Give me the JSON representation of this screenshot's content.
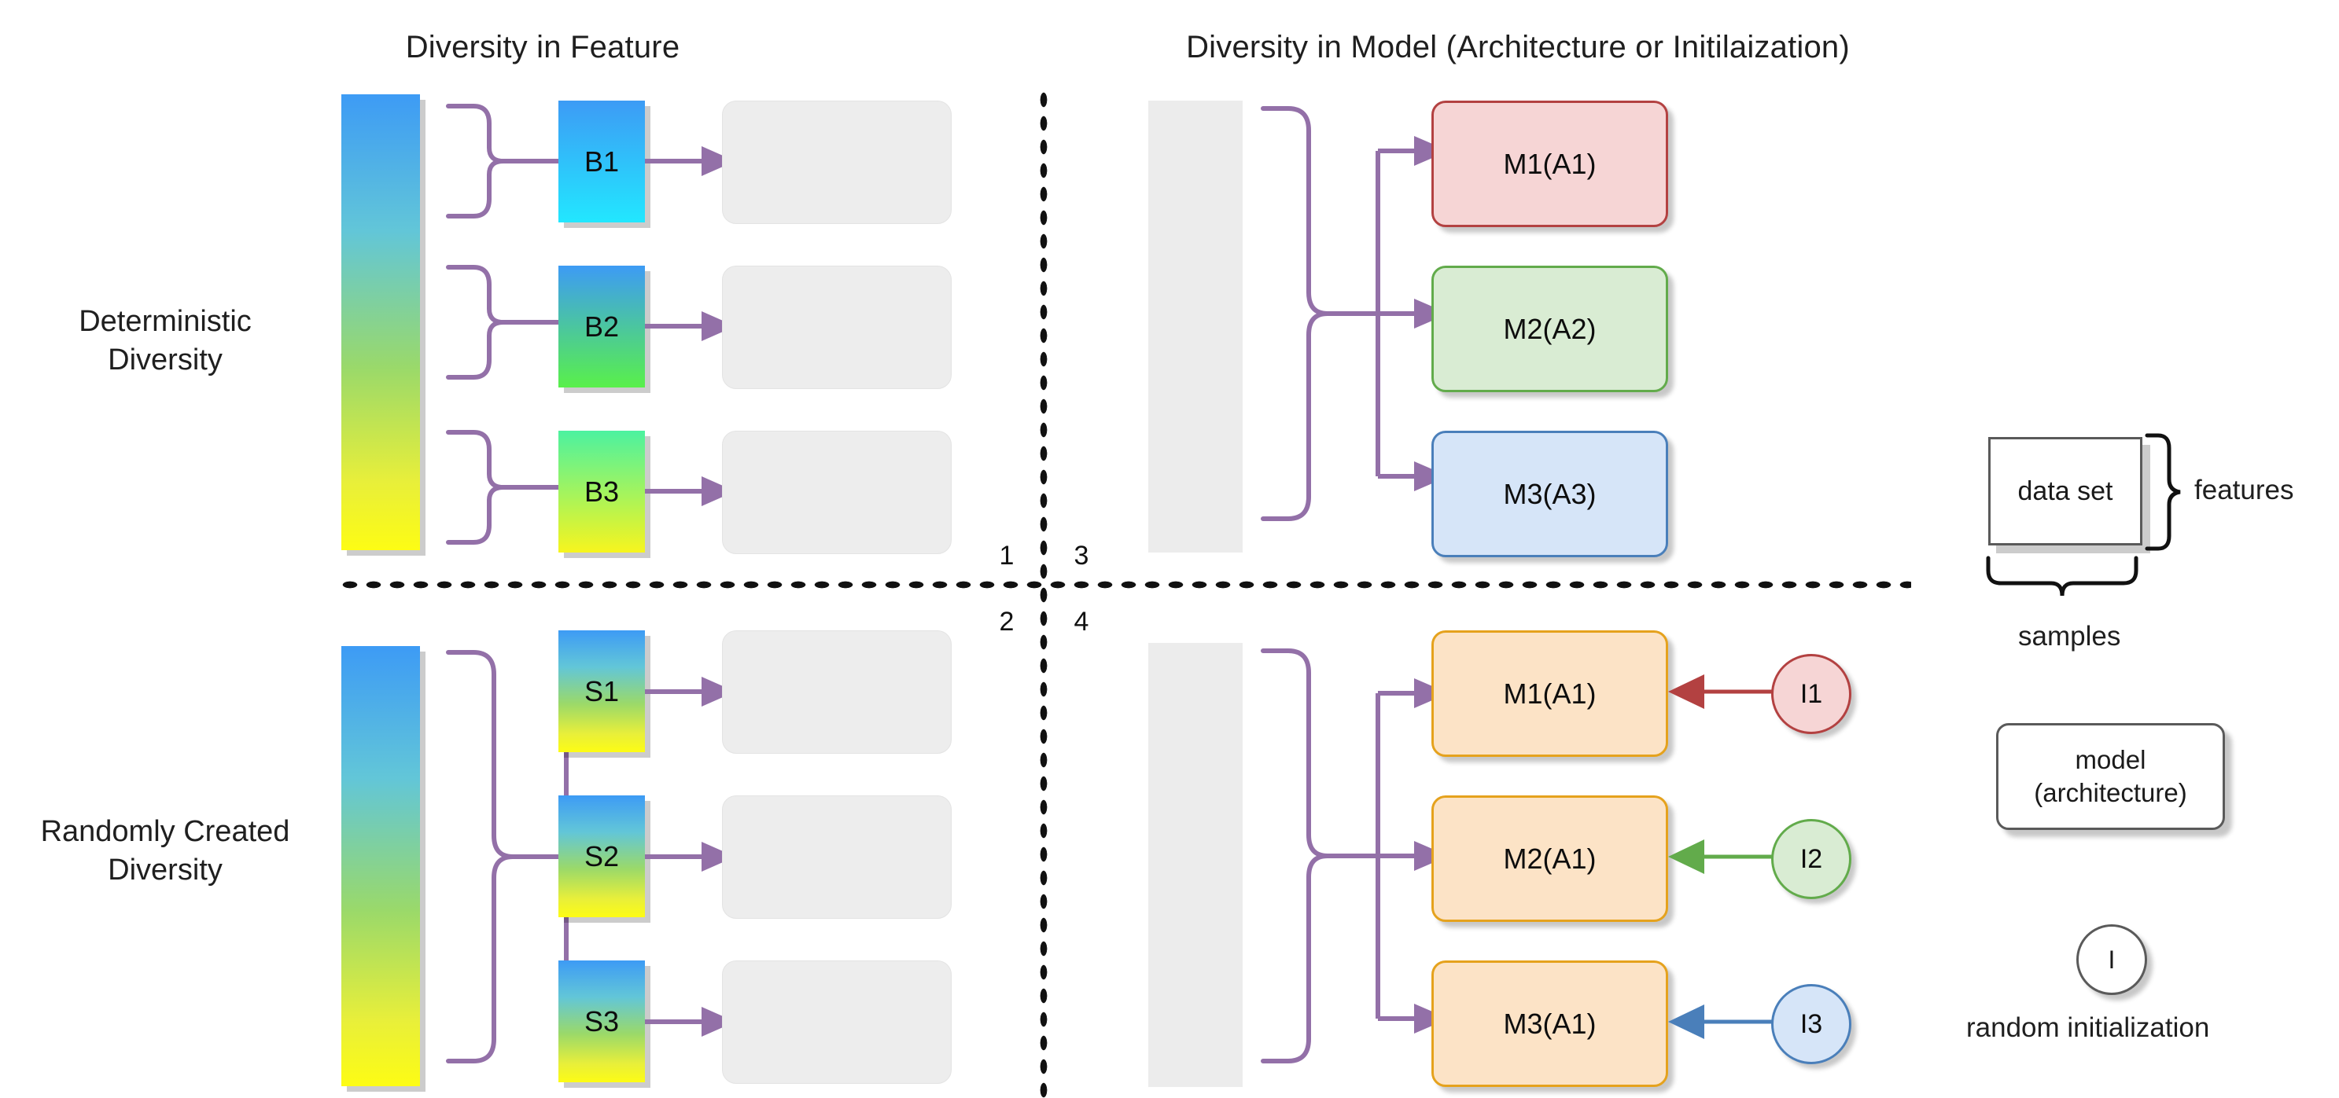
{
  "headers": {
    "left_title": "Diversity in Feature",
    "right_title": "Diversity in Model (Architecture or Initilaization)"
  },
  "row_labels": {
    "top_line1": "Deterministic",
    "top_line2": "Diversity",
    "bottom_line1": "Randomly Created",
    "bottom_line2": "Diversity"
  },
  "quadrants": {
    "q1": "1",
    "q2": "2",
    "q3": "3",
    "q4": "4"
  },
  "quadrant1": {
    "blocks": [
      {
        "label": "B1",
        "grad_from": "#3d9bf5",
        "grad_to": "#22e7ff"
      },
      {
        "label": "B2",
        "grad_from": "#3d9bf5",
        "grad_to": "#59f04a"
      },
      {
        "label": "B3",
        "grad_from": "#4cf2a0",
        "grad_to": "#f7f51e"
      }
    ],
    "outputs": [
      "",
      "",
      ""
    ]
  },
  "quadrant2": {
    "blocks": [
      {
        "label": "S1",
        "grad_from": "#3d9bf5",
        "grad_to": "#f7f51e"
      },
      {
        "label": "S2",
        "grad_from": "#3d9bf5",
        "grad_to": "#f7f51e"
      },
      {
        "label": "S3",
        "grad_from": "#3d9bf5",
        "grad_to": "#f7f51e"
      }
    ],
    "outputs": [
      "",
      "",
      ""
    ]
  },
  "quadrant3": {
    "models": [
      {
        "label": "M1(A1)",
        "fill": "#f6d5d5",
        "stroke": "#b34141"
      },
      {
        "label": "M2(A2)",
        "fill": "#d9ecd3",
        "stroke": "#62ab4b"
      },
      {
        "label": "M3(A3)",
        "fill": "#d6e5f8",
        "stroke": "#4a7fba"
      }
    ]
  },
  "quadrant4": {
    "models": [
      {
        "label": "M1(A1)",
        "fill": "#fce3c6",
        "stroke": "#e5a21d"
      },
      {
        "label": "M2(A1)",
        "fill": "#fce3c6",
        "stroke": "#e5a21d"
      },
      {
        "label": "M3(A1)",
        "fill": "#fce3c6",
        "stroke": "#e5a21d"
      }
    ],
    "inits": [
      {
        "label": "I1",
        "fill": "#f6d5d5",
        "stroke": "#b34141",
        "arrow": "#b34141"
      },
      {
        "label": "I2",
        "fill": "#d9ecd3",
        "stroke": "#62ab4b",
        "arrow": "#62ab4b"
      },
      {
        "label": "I3",
        "fill": "#d6e5f8",
        "stroke": "#4a7fba",
        "arrow": "#4a7fba"
      }
    ]
  },
  "legend": {
    "dataset_label": "data set",
    "features_label": "features",
    "samples_label": "samples",
    "model_line1": "model",
    "model_line2": "(architecture)",
    "init_symbol": "I",
    "init_caption": "random initialization"
  },
  "colors": {
    "arrow_purple": "#9370a8",
    "gray_block": "#ececec",
    "output_box": "#ededed",
    "dotted_divider": "#111111"
  }
}
